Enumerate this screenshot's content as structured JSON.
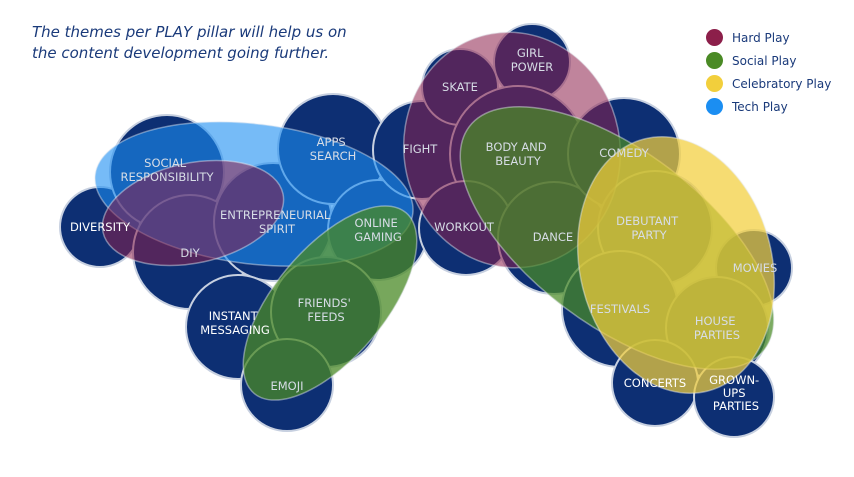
{
  "headline": {
    "line1": "The themes per PLAY pillar will help us on",
    "line2": "the content development going further."
  },
  "legend": [
    {
      "label": "Hard Play",
      "color": "#8c1f4a"
    },
    {
      "label": "Social Play",
      "color": "#4a8a25"
    },
    {
      "label": "Celebratory Play",
      "color": "#f2cf3c"
    },
    {
      "label": "Tech Play",
      "color": "#1b8ef2"
    }
  ],
  "colors": {
    "circle_fill": "#0d2f73",
    "circle_stroke": "#c7d0e0",
    "label_on_dark": "#ffffff",
    "label_inside_pillar": "#d7dde6"
  },
  "themes": {
    "diversity": "DIVERSITY",
    "social_responsibility": [
      "SOCIAL",
      "RESPONSIBILITY"
    ],
    "diy": "DIY",
    "entrepreneurial_spirit": [
      "ENTREPRENEURIAL",
      "SPIRIT"
    ],
    "apps_search": [
      "APPS",
      "SEARCH"
    ],
    "online_gaming": [
      "ONLINE",
      "GAMING"
    ],
    "instant_messaging": [
      "INSTANT",
      "MESSAGING"
    ],
    "friends_feeds": [
      "FRIENDS'",
      "FEEDS"
    ],
    "emoji": "EMOJI",
    "fight": "FIGHT",
    "skate": "SKATE",
    "girl_power": [
      "GIRL",
      "POWER"
    ],
    "body_and_beauty": [
      "BODY AND",
      "BEAUTY"
    ],
    "workout": "WORKOUT",
    "dance": "DANCE",
    "comedy": "COMEDY",
    "debutant_party": [
      "DEBUTANT",
      "PARTY"
    ],
    "movies": "MOVIES",
    "festivals": "FESTIVALS",
    "house_parties": [
      "HOUSE",
      "PARTIES"
    ],
    "concerts": "CONCERTS",
    "grown_ups_parties": [
      "GROWN-",
      "UPS",
      "PARTIES"
    ]
  }
}
